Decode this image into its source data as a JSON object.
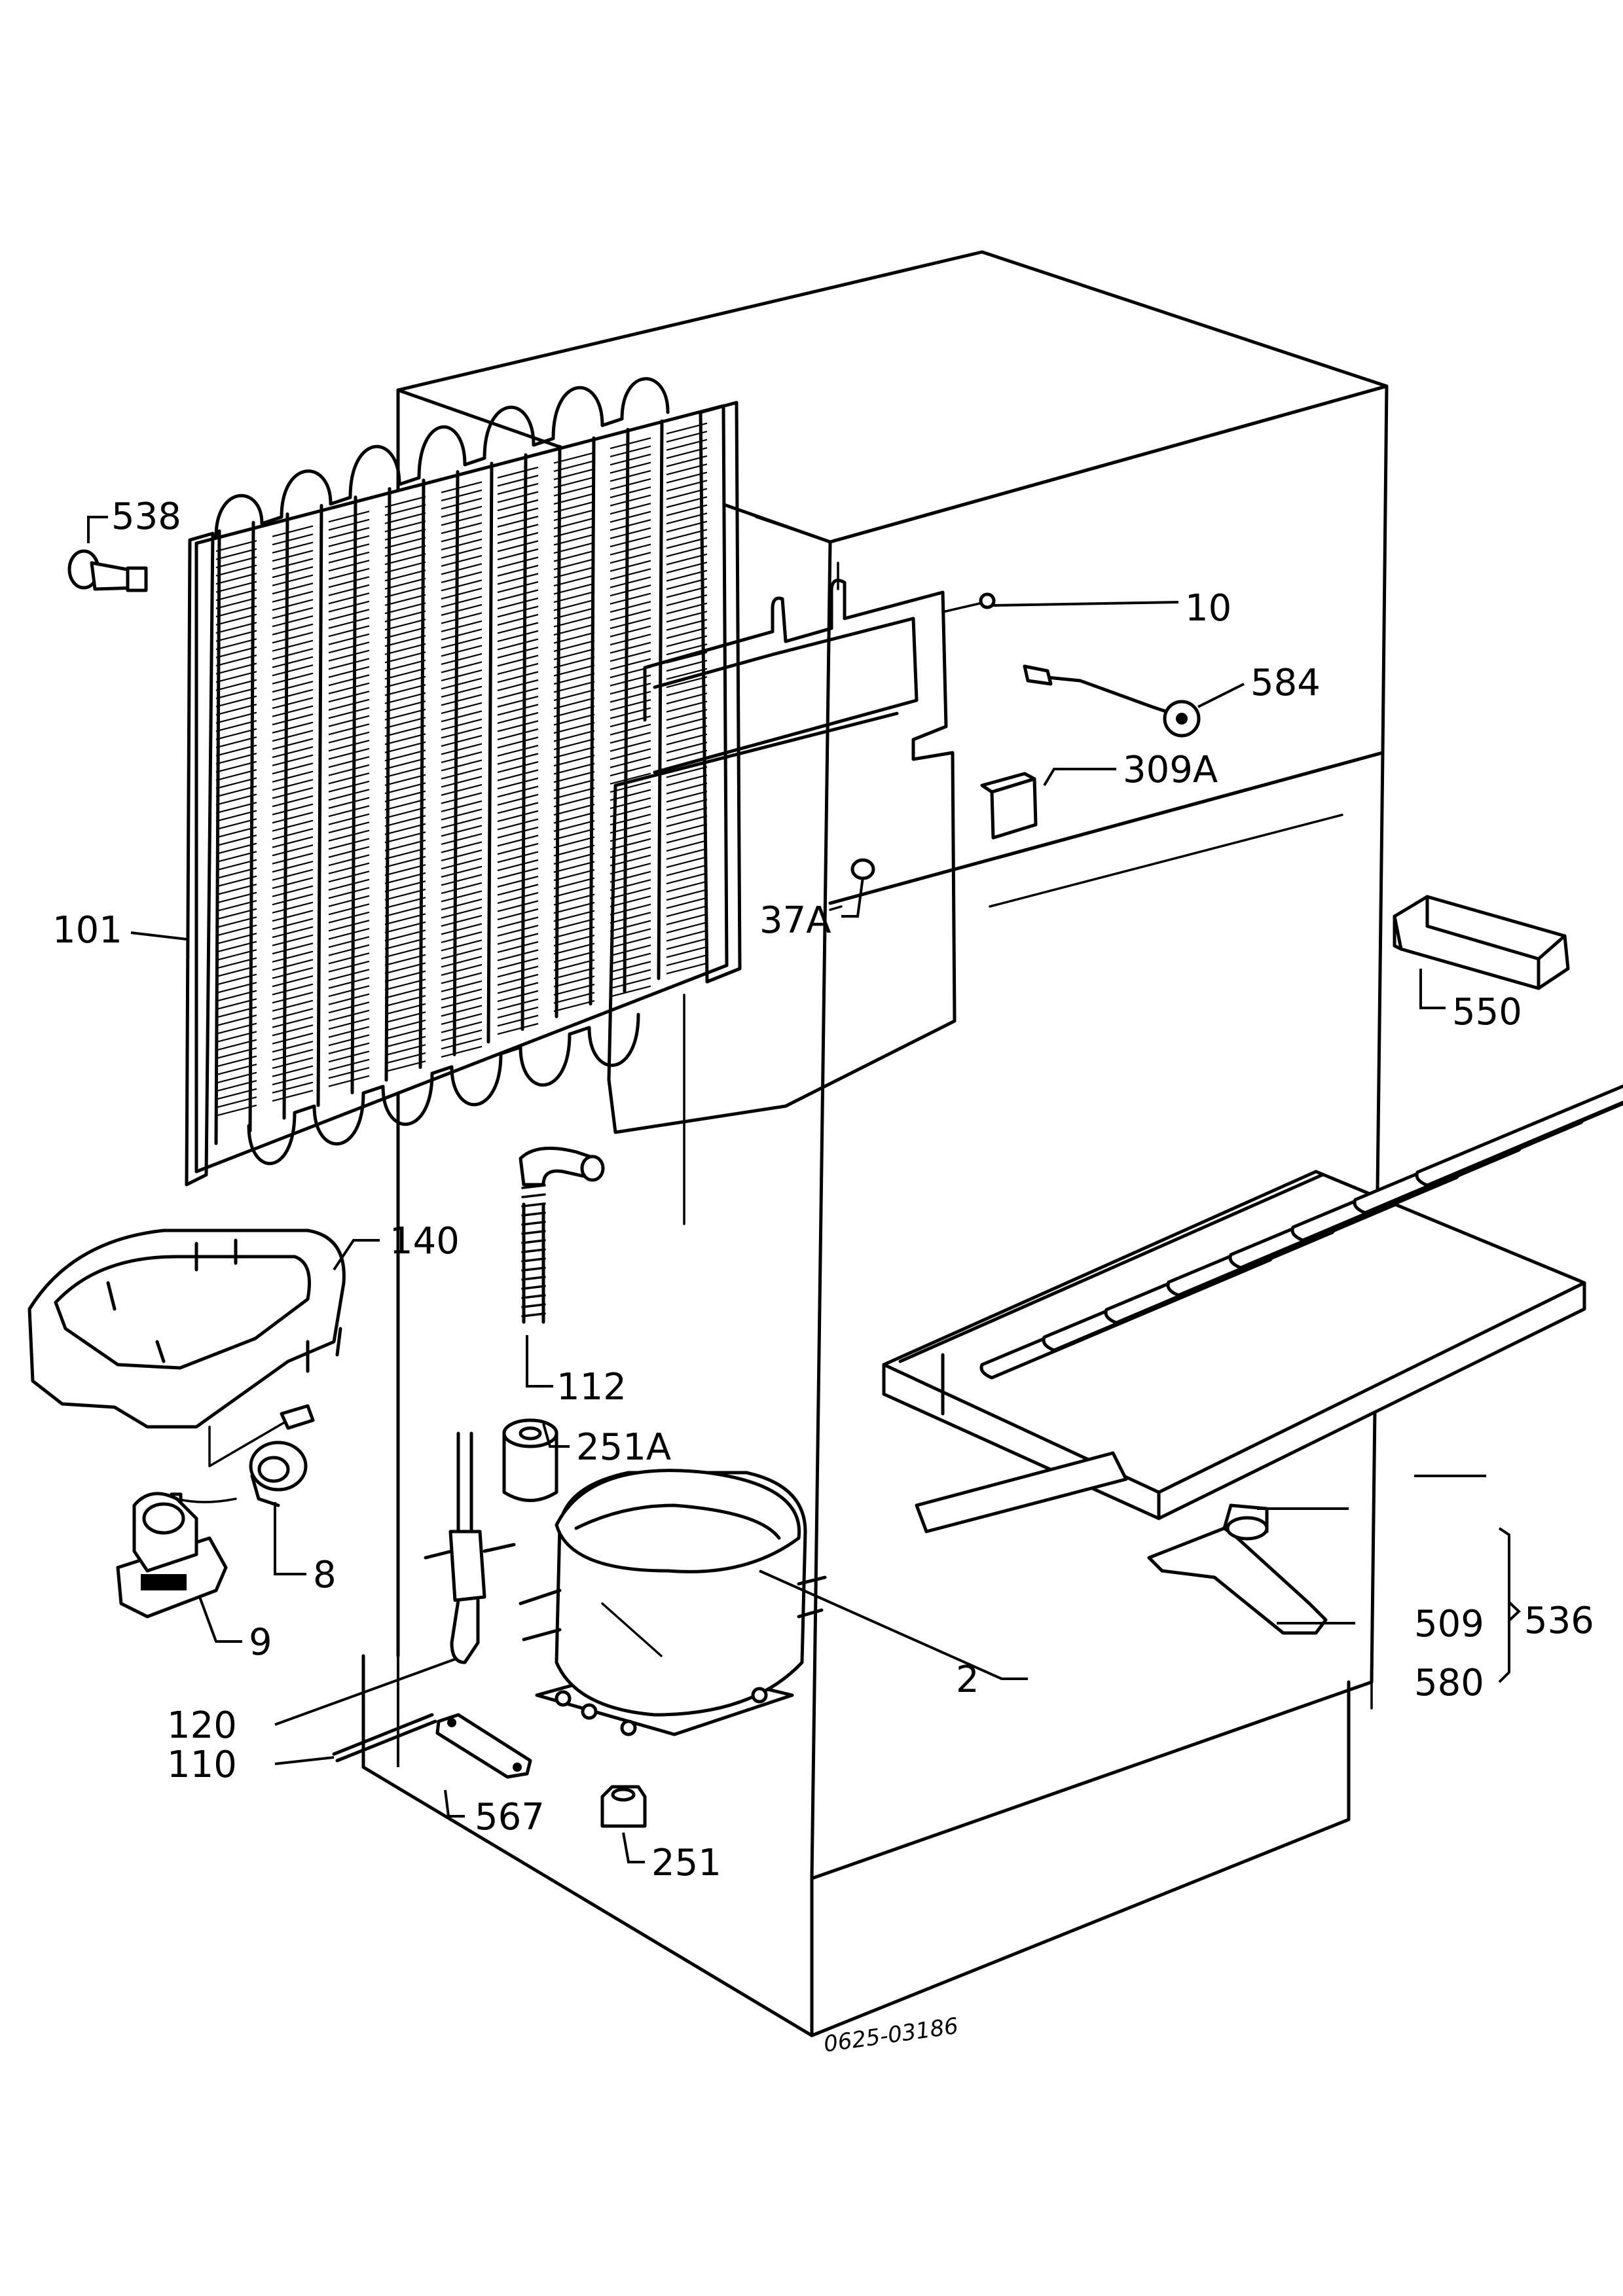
{
  "labels": {
    "p538": "538",
    "p10": "10",
    "p584": "584",
    "p309a": "309A",
    "p37a": "37A",
    "p101": "101",
    "p550": "550",
    "p140": "140",
    "p112": "112",
    "p251a": "251A",
    "p8": "8",
    "p9": "9",
    "p509": "509",
    "p536": "536",
    "p580": "580",
    "p120": "120",
    "p110": "110",
    "p2": "2",
    "p567": "567",
    "p251": "251"
  },
  "drawing_code": "0625-03186"
}
